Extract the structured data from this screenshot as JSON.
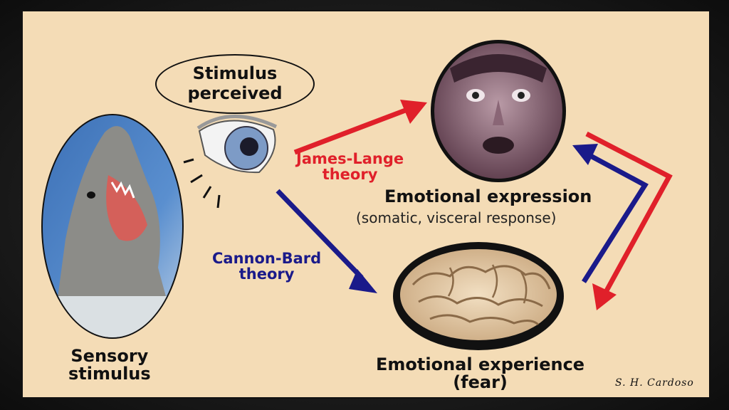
{
  "labels": {
    "stimulus_perceived": [
      "Stimulus",
      "perceived"
    ],
    "james_lange": [
      "James-Lange",
      "theory"
    ],
    "cannon_bard": [
      "Cannon-Bard",
      "theory"
    ],
    "sensory_stimulus": [
      "Sensory",
      "stimulus"
    ],
    "emotional_expression": "Emotional expression",
    "emotional_expression_sub": "(somatic, visceral response)",
    "emotional_experience": [
      "Emotional experience",
      "(fear)"
    ],
    "signature": "S. H. Cardoso"
  },
  "colors": {
    "background": "#f4dcb6",
    "james_lange": "#e0202a",
    "cannon_bard": "#1a1a8a"
  }
}
